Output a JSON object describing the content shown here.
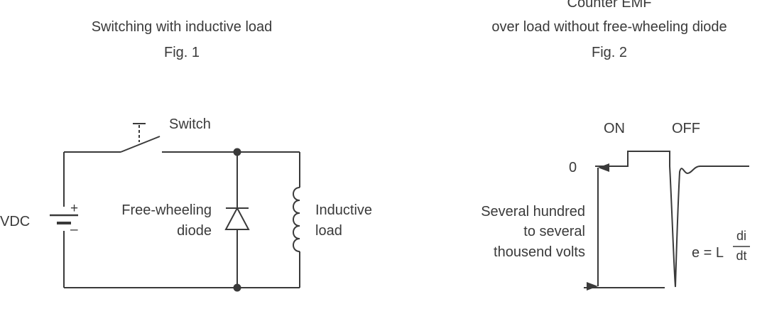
{
  "fig1": {
    "title": "Switching with inductive load",
    "label": "Fig. 1",
    "switch_label": "Switch",
    "battery_label": "VDC",
    "battery_plus": "+",
    "battery_minus": "–",
    "diode_label_line1": "Free-wheeling",
    "diode_label_line2": "diode",
    "load_label_line1": "Inductive",
    "load_label_line2": "load"
  },
  "fig2": {
    "title_line1": "Counter EMF",
    "title_line2": "over load without free-wheeling diode",
    "label": "Fig. 2",
    "on_label": "ON",
    "off_label": "OFF",
    "zero_label": "0",
    "span_line1": "Several hundred",
    "span_line2": "to several",
    "span_line3": "thousend volts",
    "formula_lhs": "e = L",
    "formula_num": "di",
    "formula_den": "dt"
  },
  "colors": {
    "line": "#3a3a3a",
    "text": "#3a3a3a",
    "background": "#ffffff"
  }
}
